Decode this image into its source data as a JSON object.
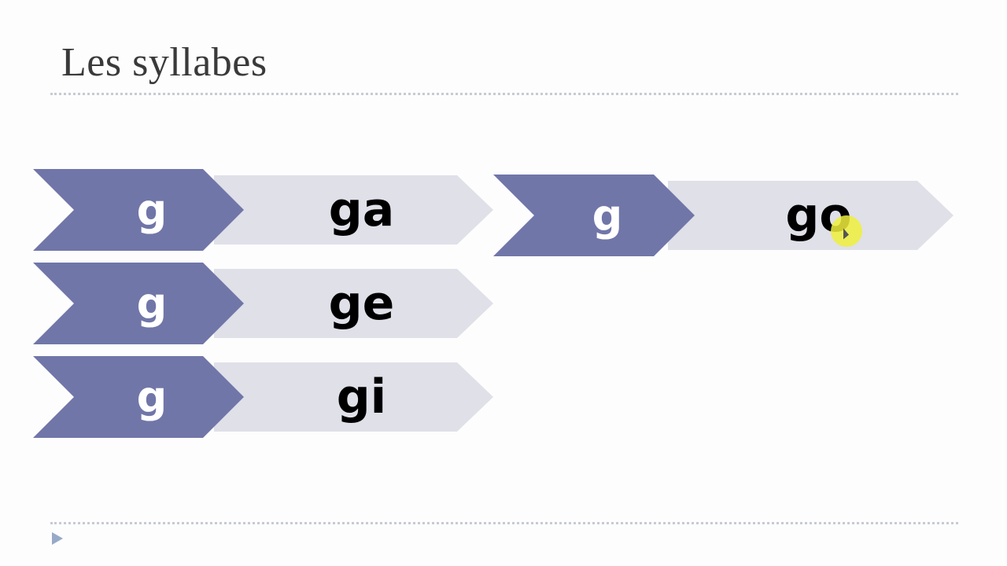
{
  "slide": {
    "title": "Les syllabes",
    "rows": [
      {
        "consonant": "g",
        "syllable": "ga"
      },
      {
        "consonant": "g",
        "syllable": "ge"
      },
      {
        "consonant": "g",
        "syllable": "gi"
      },
      {
        "consonant": "g",
        "syllable": "go"
      }
    ]
  },
  "colors": {
    "dark_chevron": "#7076a8",
    "light_chevron": "#dfe0e8",
    "cursor_highlight": "#f0ee3c"
  },
  "icons": [
    "play-icon",
    "cursor-icon"
  ]
}
